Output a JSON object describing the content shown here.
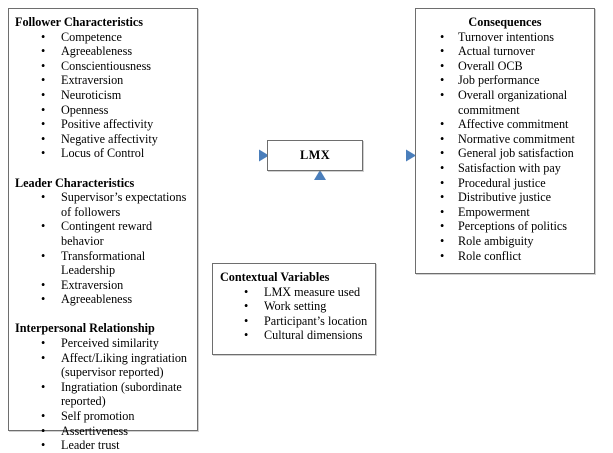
{
  "diagram": {
    "title": "LMX antecedents and consequences model",
    "background_color": "#ffffff",
    "box_border_color": "#6e6e6e",
    "arrow_color": "#4a7ebb",
    "bullet_glyph": "•"
  },
  "follower_box": {
    "sections": [
      {
        "heading": "Follower Characteristics",
        "items": [
          "Competence",
          "Agreeableness",
          "Conscientiousness",
          "Extraversion",
          "Neuroticism",
          "Openness",
          "Positive affectivity",
          "Negative affectivity",
          "Locus of Control"
        ]
      },
      {
        "heading": "Leader Characteristics",
        "items": [
          "Supervisor’s expectations of followers",
          "Contingent reward behavior",
          "Transformational Leadership",
          "Extraversion",
          "Agreeableness"
        ]
      },
      {
        "heading": "Interpersonal Relationship",
        "items": [
          "Perceived similarity",
          "Affect/Liking ingratiation (supervisor reported)",
          "Ingratiation (subordinate reported)",
          "Self promotion",
          "Assertiveness",
          "Leader trust"
        ]
      }
    ]
  },
  "lmx_box": {
    "label": "LMX"
  },
  "contextual_box": {
    "heading": "Contextual Variables",
    "items": [
      "LMX measure used",
      "Work setting",
      "Participant’s location",
      "Cultural dimensions"
    ]
  },
  "consequences_box": {
    "heading": "Consequences",
    "items": [
      "Turnover intentions",
      "Actual turnover",
      "Overall OCB",
      "Job performance",
      "Overall organizational commitment",
      "Affective commitment",
      "Normative commitment",
      "General job satisfaction",
      "Satisfaction with pay",
      "Procedural justice",
      "Distributive justice",
      "Empowerment",
      "Perceptions of politics",
      "Role ambiguity",
      "Role conflict"
    ]
  },
  "arrows": [
    {
      "name": "follower-to-lmx",
      "from": "follower_box",
      "to": "lmx_box",
      "direction": "right"
    },
    {
      "name": "lmx-to-consequences",
      "from": "lmx_box",
      "to": "consequences_box",
      "direction": "right"
    },
    {
      "name": "contextual-to-lmx",
      "from": "contextual_box",
      "to": "lmx_box",
      "direction": "up"
    }
  ]
}
